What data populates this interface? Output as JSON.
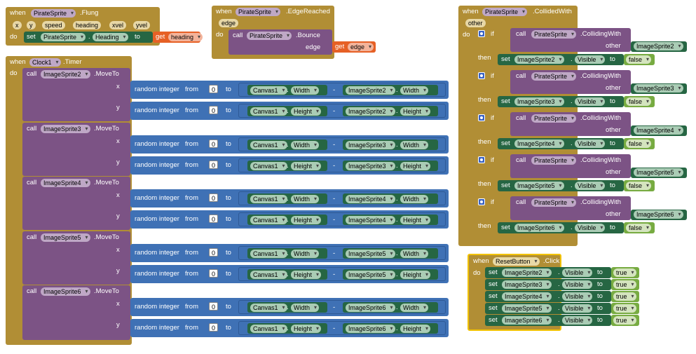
{
  "kw": {
    "when": "when",
    "do": "do",
    "set": "set",
    "to": "to",
    "get": "get",
    "call": "call",
    "if": "if",
    "then": "then",
    "from": "from",
    "minus": "-",
    "x": "x",
    "y": "y",
    "edge": "edge",
    "other": "other",
    "random_integer": "random integer",
    "zero": "0",
    "false": "false",
    "true": "true"
  },
  "fling": {
    "component": "PirateSprite",
    "event": ".Flung",
    "params": [
      "x",
      "y",
      "speed",
      "heading",
      "xvel",
      "yvel"
    ],
    "set_component": "PirateSprite",
    "set_property": "Heading",
    "get_var": "heading"
  },
  "edge_reached": {
    "component": "PirateSprite",
    "event": ".EdgeReached",
    "param": "edge",
    "call_component": "PirateSprite",
    "call_method": ".Bounce",
    "get_var": "edge"
  },
  "timer": {
    "component": "Clock1",
    "event": ".Timer",
    "method": ".MoveTo",
    "canvas": "Canvas1",
    "width_prop": "Width",
    "height_prop": "Height",
    "sprites": [
      "ImageSprite2",
      "ImageSprite3",
      "ImageSprite4",
      "ImageSprite5",
      "ImageSprite6"
    ]
  },
  "collided": {
    "component": "PirateSprite",
    "event": ".CollidedWith",
    "param": "other",
    "check_component": "PirateSprite",
    "method": ".CollidingWith",
    "visible_prop": "Visible",
    "sprites": [
      "ImageSprite2",
      "ImageSprite3",
      "ImageSprite4",
      "ImageSprite5",
      "ImageSprite6"
    ]
  },
  "reset": {
    "component": "ResetButton",
    "event": ".Click",
    "visible_prop": "Visible",
    "sprites": [
      "ImageSprite2",
      "ImageSprite3",
      "ImageSprite4",
      "ImageSprite5",
      "ImageSprite6"
    ]
  }
}
